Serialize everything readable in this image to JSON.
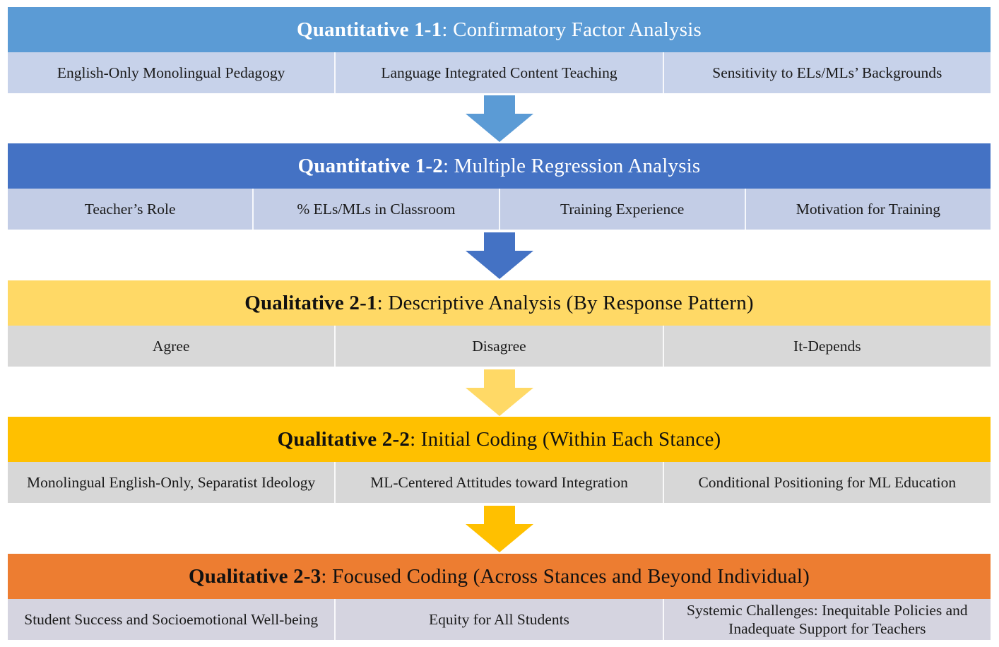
{
  "stages": [
    {
      "title_bold": "Quantitative 1-1",
      "title_rest": ": Confirmatory Factor Analysis",
      "cells": [
        "English-Only  Monolingual  Pedagogy",
        "Language  Integrated  Content Teaching",
        "Sensitivity  to ELs/MLs’ Backgrounds"
      ]
    },
    {
      "title_bold": "Quantitative 1-2",
      "title_rest": ": Multiple Regression Analysis",
      "cells": [
        "Teacher’s Role",
        "% ELs/MLs in Classroom",
        "Training  Experience",
        "Motivation  for Training"
      ]
    },
    {
      "title_bold": "Qualitative 2-1",
      "title_rest": ": Descriptive Analysis (By Response Pattern)",
      "cells": [
        "Agree",
        "Disagree",
        "It-Depends"
      ]
    },
    {
      "title_bold": "Qualitative 2-2",
      "title_rest": ": Initial Coding (Within Each Stance)",
      "cells": [
        "Monolingual  English-Only,  Separatist Ideology",
        "ML-Centered Attitudes toward Integration",
        "Conditional  Positioning  for ML Education"
      ]
    },
    {
      "title_bold": "Qualitative 2-3",
      "title_rest": ": Focused Coding (Across Stances and Beyond Individual)",
      "cells": [
        "Student Success and Socioemotional Well-being",
        "Equity for All  Students",
        "Systemic Challenges:  Inequitable  Policies and Inadequate Support for Teachers"
      ]
    }
  ],
  "arrows": [
    {
      "color": "#5b9bd5",
      "icon": "down-arrow-icon"
    },
    {
      "color": "#4472c4",
      "icon": "down-arrow-icon"
    },
    {
      "color": "#ffd966",
      "icon": "down-arrow-icon"
    },
    {
      "color": "#ffc000",
      "icon": "down-arrow-icon"
    }
  ]
}
